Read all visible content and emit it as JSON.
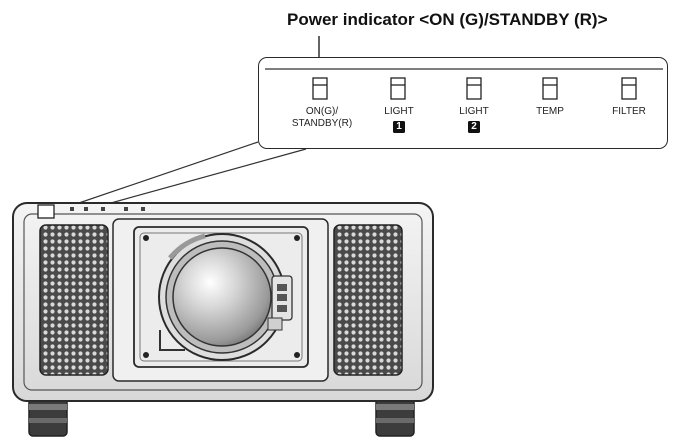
{
  "callout": {
    "title": "Power indicator <ON (G)/STANDBY (R)>"
  },
  "indicators": [
    {
      "name": "power",
      "label": "ON(G)/\nSTANDBY(R)",
      "badge": ""
    },
    {
      "name": "light1",
      "label": "LIGHT",
      "badge": "1"
    },
    {
      "name": "light2",
      "label": "LIGHT",
      "badge": "2"
    },
    {
      "name": "temp",
      "label": "TEMP",
      "badge": ""
    },
    {
      "name": "filter",
      "label": "FILTER",
      "badge": ""
    }
  ],
  "colors": {
    "outline": "#2a2a2a",
    "body": "#e8e8e8",
    "grille": "#3a3a3a",
    "lens": "#c9c9c9",
    "badge": "#111111"
  }
}
